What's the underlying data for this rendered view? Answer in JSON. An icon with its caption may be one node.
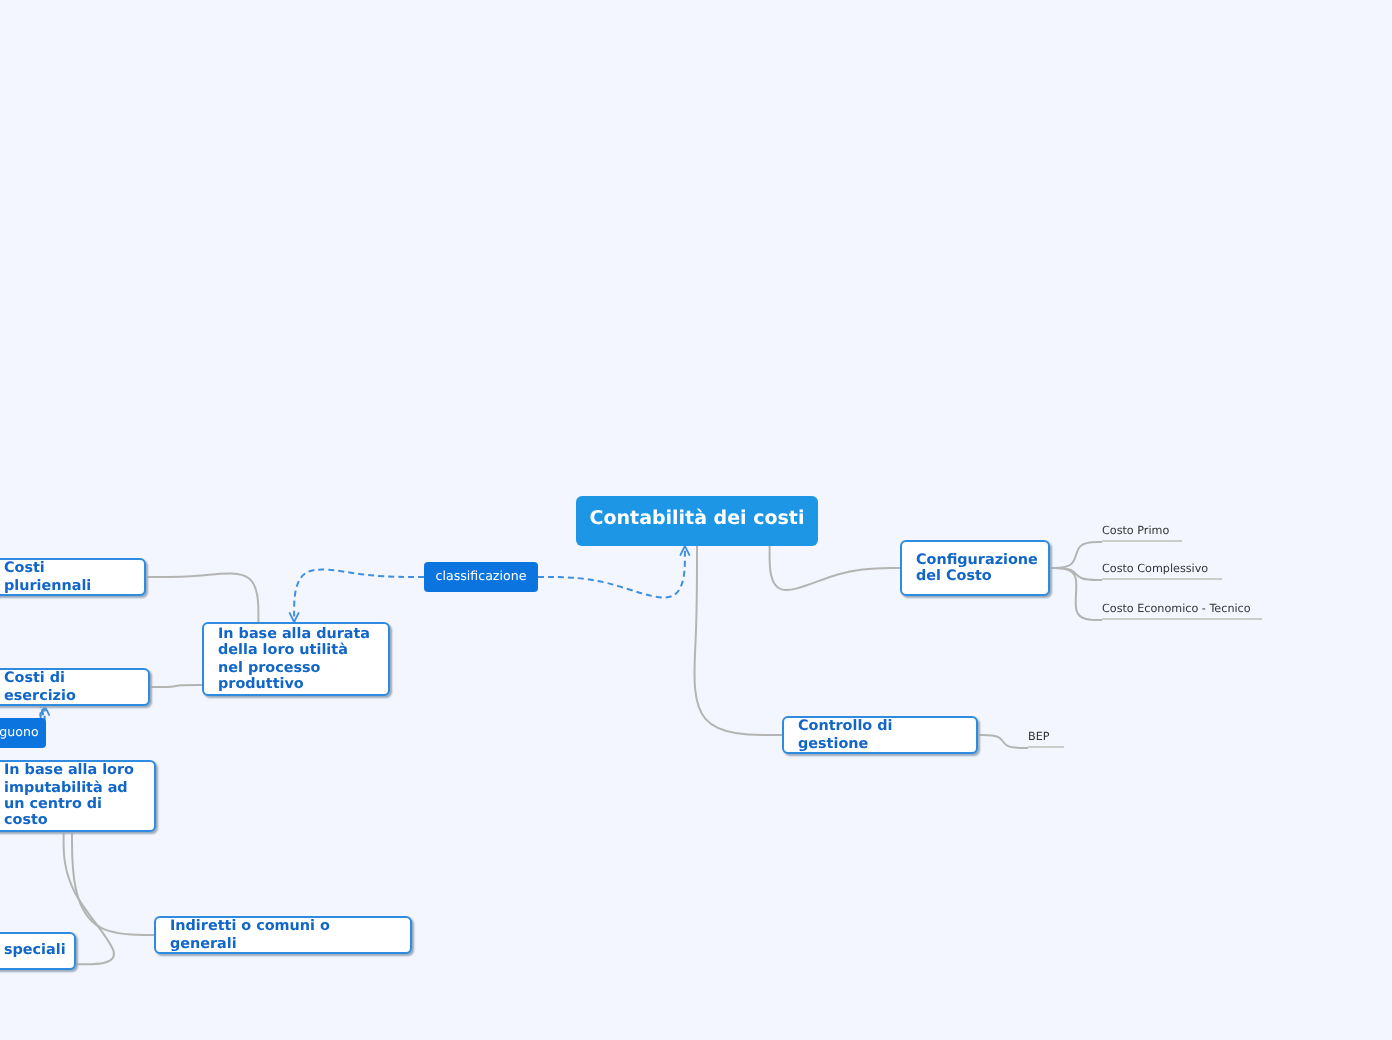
{
  "diagram": {
    "nodes": [
      {
        "text": [
          "Contabilità dei costi"
        ]
      },
      {
        "text": [
          "classificazione"
        ]
      },
      {
        "text": [
          "In base alla durata della loro utilità nel processo produttivo"
        ]
      },
      {
        "text": [
          "Costi pluriennali"
        ]
      },
      {
        "text": [
          "Costi di esercizio"
        ]
      },
      {
        "text": [
          "guono"
        ]
      },
      {
        "text": [
          "In base alla loro imputabilità ad un centro di costo"
        ]
      },
      {
        "text": [
          "speciali"
        ]
      },
      {
        "text": [
          "Indiretti o comuni o generali"
        ]
      },
      {
        "text": [
          "Configurazione del Costo"
        ]
      },
      {
        "text": [
          "Controllo di gestione"
        ]
      },
      {
        "text": [
          "Costo Primo"
        ]
      },
      {
        "text": [
          "Costo Complessivo"
        ]
      },
      {
        "text": [
          "Costo Economico - Tecnico"
        ]
      },
      {
        "text": [
          "BEP"
        ]
      }
    ],
    "edges": [
      {
        "from": 1,
        "to": 0,
        "arrow": "to",
        "style": "dashed",
        "color": "#3d8fe0"
      },
      {
        "from": 1,
        "to": 2,
        "arrow": "to",
        "style": "dashed",
        "color": "#3d8fe0"
      },
      {
        "from": 2,
        "to": 3,
        "arrow": "none"
      },
      {
        "from": 2,
        "to": 4,
        "arrow": "none"
      },
      {
        "from": 5,
        "to": 4,
        "arrow": "to",
        "style": "dashed",
        "color": "#3d8fe0"
      },
      {
        "from": 6,
        "to": 7,
        "arrow": "none"
      },
      {
        "from": 6,
        "to": 8,
        "arrow": "none"
      },
      {
        "from": 0,
        "to": 9,
        "arrow": "none"
      },
      {
        "from": 0,
        "to": 10,
        "arrow": "none"
      },
      {
        "from": 9,
        "to": 11,
        "arrow": "none"
      },
      {
        "from": 9,
        "to": 12,
        "arrow": "none"
      },
      {
        "from": 9,
        "to": 13,
        "arrow": "none"
      },
      {
        "from": 10,
        "to": 14,
        "arrow": "none"
      }
    ]
  }
}
